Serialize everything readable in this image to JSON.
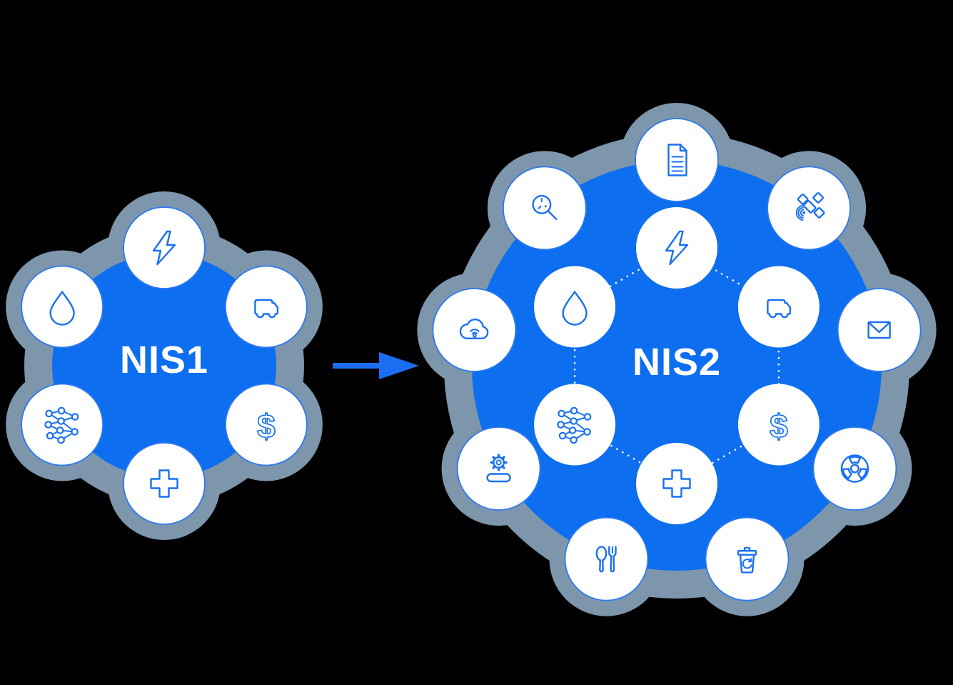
{
  "diagram": {
    "title": "NIS1 to NIS2 sector expansion diagram",
    "colors": {
      "background": "#000000",
      "core_blue": "#0E6EF0",
      "blob_gray": "#7D96AC",
      "node_fill": "#FFFFFF",
      "node_border": "#2E78F0",
      "icon_stroke": "#1A70F2",
      "label_text": "#FFFFFF",
      "connector_dots": "#FFFFFF",
      "arrow": "#1B6EF2"
    },
    "arrow": {
      "name": "transition-arrow",
      "direction": "right"
    },
    "clusters": {
      "nis1": {
        "label": "NIS1",
        "sectors": [
          {
            "id": "energy",
            "icon": "energy-icon"
          },
          {
            "id": "transport",
            "icon": "transport-icon"
          },
          {
            "id": "banking",
            "icon": "banking-icon"
          },
          {
            "id": "health",
            "icon": "health-icon"
          },
          {
            "id": "digital-infrastructure",
            "icon": "digital-infrastructure-icon"
          },
          {
            "id": "drinking-water",
            "icon": "drinking-water-icon"
          }
        ]
      },
      "nis2": {
        "label": "NIS2",
        "core_sectors": [
          {
            "id": "energy",
            "icon": "energy-icon"
          },
          {
            "id": "transport",
            "icon": "transport-icon"
          },
          {
            "id": "banking",
            "icon": "banking-icon"
          },
          {
            "id": "health",
            "icon": "health-icon"
          },
          {
            "id": "digital-infrastructure",
            "icon": "digital-infrastructure-icon"
          },
          {
            "id": "drinking-water",
            "icon": "drinking-water-icon"
          }
        ],
        "added_sectors": [
          {
            "id": "public-administration",
            "icon": "document-icon"
          },
          {
            "id": "space",
            "icon": "satellite-icon"
          },
          {
            "id": "postal-services",
            "icon": "envelope-icon"
          },
          {
            "id": "chemicals",
            "icon": "radiation-icon"
          },
          {
            "id": "waste-management",
            "icon": "trash-recycle-icon"
          },
          {
            "id": "food",
            "icon": "cutlery-icon"
          },
          {
            "id": "manufacturing",
            "icon": "gear-icon"
          },
          {
            "id": "cloud-providers",
            "icon": "cloud-wifi-icon"
          },
          {
            "id": "research",
            "icon": "magnifier-clock-icon"
          }
        ]
      }
    }
  }
}
